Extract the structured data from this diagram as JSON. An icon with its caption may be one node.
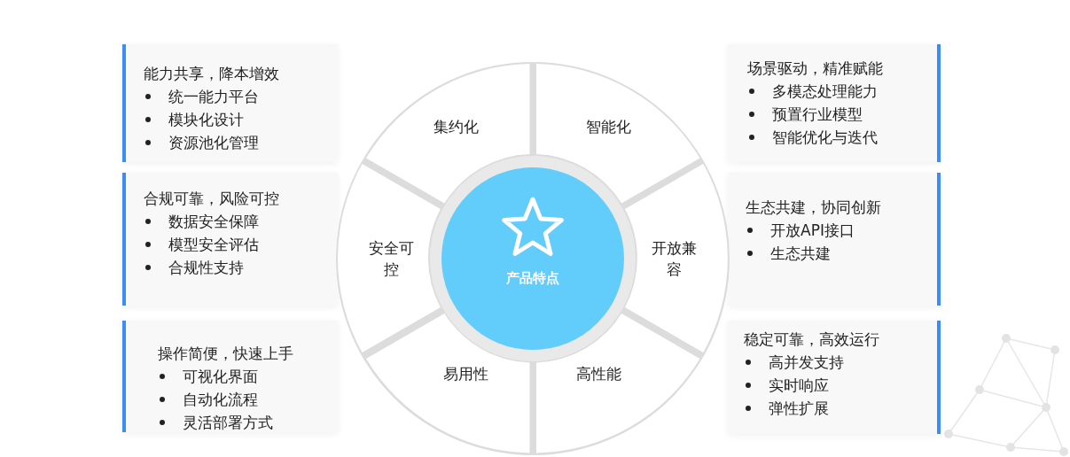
{
  "diagram": {
    "nodes": [
      {
        "text": [
          "能力共享，降本增效",
          "统一能力平台",
          "模块化设计",
          "资源池化管理"
        ]
      },
      {
        "text": [
          "集约化"
        ]
      },
      {
        "text": [
          "智能化"
        ]
      },
      {
        "text": [
          "场景驱动，精准赋能",
          "多模态处理能力",
          "预置行业模型",
          "智能优化与迭代"
        ]
      },
      {
        "text": [
          "合规可靠，风险可控",
          "数据安全保障",
          "模型安全评估",
          "合规性支持"
        ]
      },
      {
        "text": [
          "安全可控"
        ]
      },
      {
        "text": [
          "产品特点"
        ]
      },
      {
        "text": [
          "开放兼容"
        ]
      },
      {
        "text": [
          "生态共建，协同创新",
          "开放API接口",
          "生态共建"
        ]
      },
      {
        "text": [
          "操作简便，快速上手",
          "可视化界面",
          "自动化流程",
          "灵活部署方式"
        ]
      },
      {
        "text": [
          "易用性"
        ]
      },
      {
        "text": [
          "高性能"
        ]
      },
      {
        "text": [
          "稳定可靠，高效运行",
          "高并发支持",
          "实时响应",
          "弹性扩展"
        ]
      }
    ]
  }
}
